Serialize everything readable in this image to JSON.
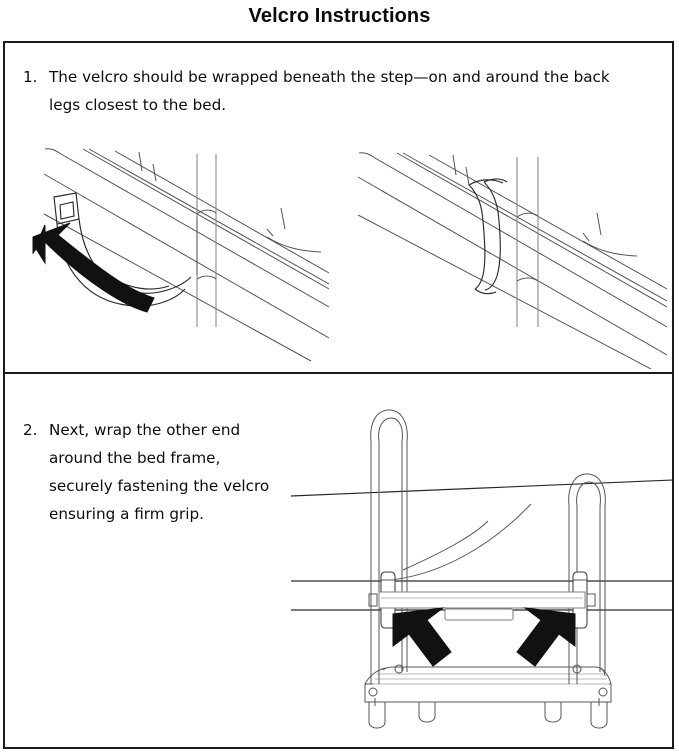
{
  "document": {
    "title": "Velcro Instructions"
  },
  "steps": [
    {
      "number": "1.",
      "text": "The velcro should be wrapped beneath the step—on and around the back legs closest to the bed.",
      "figures": [
        {
          "name": "velcro-strap-hanging-under-step",
          "caption": "",
          "elements": [
            "bed-frame-rails",
            "bed-leg-post",
            "velcro-strap-loose-end",
            "curved-arrow-up-left"
          ]
        },
        {
          "name": "velcro-strap-wrapped-around-rail",
          "caption": "",
          "elements": [
            "bed-frame-rails",
            "bed-leg-post",
            "velcro-strap-wrapped-loop"
          ]
        }
      ]
    },
    {
      "number": "2.",
      "text": "Next, wrap the other end around the bed frame, securely fastening the velcro ensuring a firm grip.",
      "figures": [
        {
          "name": "step-stool-at-bed-frame",
          "caption": "",
          "elements": [
            "bed-mattress-lines",
            "step-stool-handrails",
            "velcro-straps",
            "arrow-left",
            "arrow-right",
            "step-platform",
            "rubber-feet"
          ]
        }
      ]
    }
  ],
  "colors": {
    "ink": "#0d0d0d",
    "border": "#1a1a1a",
    "line": "#2a2a2a",
    "line_light": "#8a8a8a",
    "arrow_fill": "#111111",
    "background": "#ffffff"
  }
}
